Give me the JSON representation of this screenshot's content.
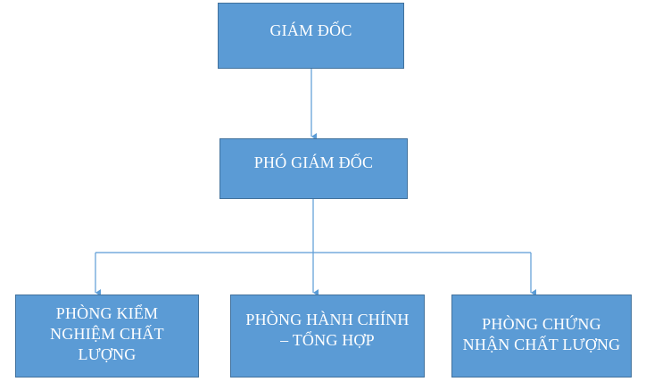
{
  "colors": {
    "box_fill": "#5b9bd5",
    "box_border": "#41719c",
    "text": "#ffffff",
    "connector": "#5b9bd5"
  },
  "nodes": {
    "director": "GIÁM ĐỐC",
    "deputy": "PHÓ GIÁM ĐỐC",
    "lab": "PHÒNG KIỂM NGHIỆM CHẤT LƯỢNG",
    "admin": "PHÒNG HÀNH CHÍNH – TỔNG HỢP",
    "cert": "PHÒNG CHỨNG NHẬN CHẤT LƯỢNG"
  }
}
